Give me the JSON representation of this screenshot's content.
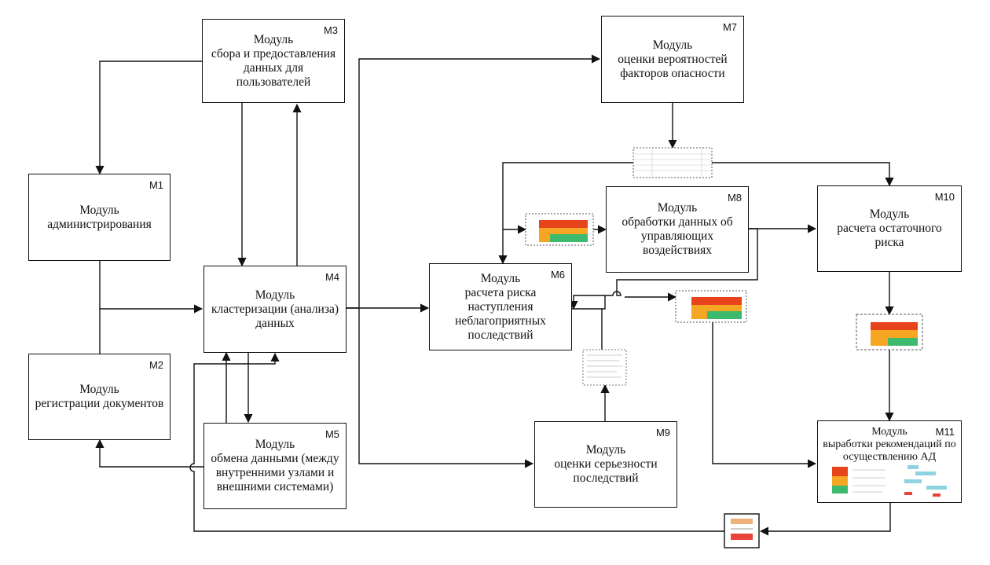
{
  "modules": [
    {
      "id": "m1",
      "code": "М1",
      "label": "Модуль\nадминистрирования"
    },
    {
      "id": "m2",
      "code": "М2",
      "label": "Модуль\nрегистрации документов"
    },
    {
      "id": "m3",
      "code": "М3",
      "label": "Модуль\nсбора и предоставления\nданных для\nпользователей"
    },
    {
      "id": "m4",
      "code": "М4",
      "label": "Модуль\nкластеризации (анализа)\nданных"
    },
    {
      "id": "m5",
      "code": "М5",
      "label": "Модуль\nобмена данными (между\nвнутренними узлами и\nвнешними системами)"
    },
    {
      "id": "m6",
      "code": "М6",
      "label": "Модуль\nрасчета риска\nнаступления\nнеблагоприятных\nпоследствий"
    },
    {
      "id": "m7",
      "code": "М7",
      "label": "Модуль\nоценки вероятностей\nфакторов опасности"
    },
    {
      "id": "m8",
      "code": "М8",
      "label": "Модуль\nобработки данных об\nуправляющих\nвоздействиях"
    },
    {
      "id": "m9",
      "code": "М9",
      "label": "Модуль\nоценки серьезности\nпоследствий"
    },
    {
      "id": "m10",
      "code": "М10",
      "label": "Модуль\nрасчета остаточного\nриска"
    },
    {
      "id": "m11",
      "code": "М11",
      "label": "Модуль\nвыработки рекомендаций по\nосуществлению АД"
    }
  ],
  "colors": {
    "line": "#111111",
    "risk_high": "#e8441c",
    "risk_mid": "#f5a623",
    "risk_low": "#3dba6e",
    "doc_grey": "#bdbdbd",
    "flow_teal": "#8fd3e0"
  }
}
